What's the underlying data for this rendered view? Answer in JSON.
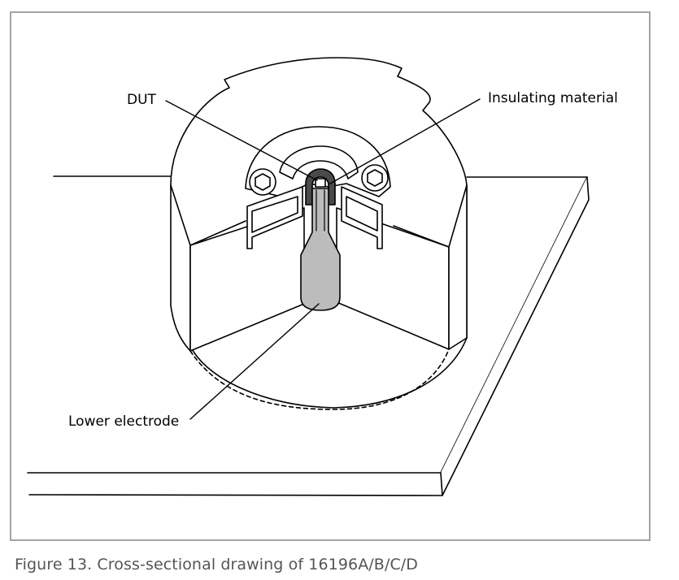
{
  "figure": {
    "labels": {
      "dut": "DUT",
      "insulating_material": "Insulating material",
      "lower_electrode": "Lower electrode"
    },
    "caption": "Figure 13. Cross-sectional drawing of 16196A/B/C/D"
  },
  "colors": {
    "line": "#000000",
    "frame_border": "#a3a3a3",
    "electrode_fill": "#bcbcbc",
    "insulator_fill": "#4a4a4a",
    "caption_text": "#555555"
  }
}
